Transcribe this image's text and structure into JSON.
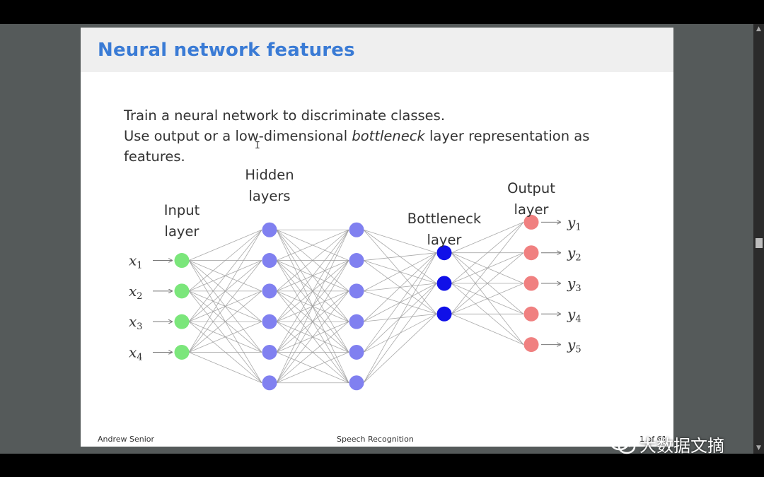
{
  "slide": {
    "title": "Neural network features",
    "body_line1": "Train a neural network to discriminate classes.",
    "body_line2_pre": "Use output or a low-dimensional ",
    "body_line2_em": "bottleneck",
    "body_line2_post": " layer representation as",
    "body_line3": "features.",
    "footer_left": "Andrew Senior",
    "footer_center": "Speech Recognition",
    "footer_right": "1 of 61"
  },
  "diagram": {
    "layer_labels": {
      "input": [
        "Input",
        "layer"
      ],
      "hidden": [
        "Hidden",
        "layers"
      ],
      "bottleneck": [
        "Bottleneck",
        "layer"
      ],
      "output": [
        "Output",
        "layer"
      ]
    },
    "inputs": [
      {
        "name": "x",
        "sub": "1"
      },
      {
        "name": "x",
        "sub": "2"
      },
      {
        "name": "x",
        "sub": "3"
      },
      {
        "name": "x",
        "sub": "4"
      }
    ],
    "outputs": [
      {
        "name": "y",
        "sub": "1"
      },
      {
        "name": "y",
        "sub": "2"
      },
      {
        "name": "y",
        "sub": "3"
      },
      {
        "name": "y",
        "sub": "4"
      },
      {
        "name": "y",
        "sub": "5"
      }
    ],
    "layer_sizes": [
      4,
      6,
      6,
      3,
      5
    ],
    "colors": {
      "input": "#7be67b",
      "hidden": "#8080f0",
      "bottleneck": "#1010e8",
      "output": "#f08080",
      "edge": "#9a9a9a",
      "title": "#3a7bd5"
    }
  },
  "watermark": {
    "text": "大数据文摘",
    "icon": "wechat-icon"
  },
  "cursor": {
    "icon": "text-cursor-icon"
  }
}
